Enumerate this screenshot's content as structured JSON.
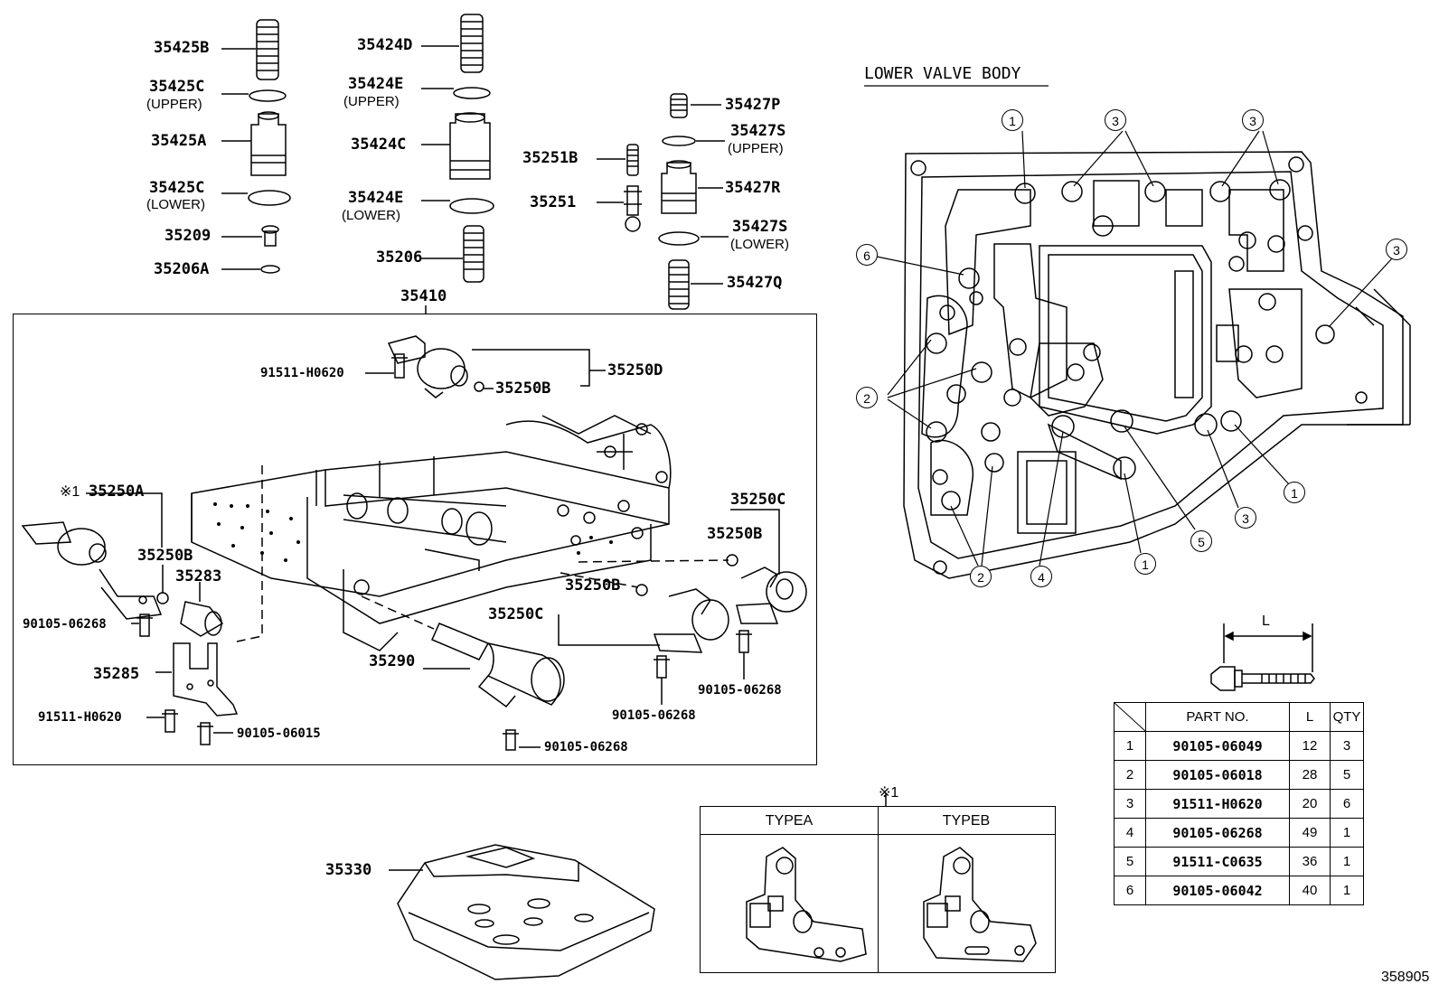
{
  "upper_parts": {
    "p35425B": "35425B",
    "p35425C_upper": "35425C",
    "upper_note_a": "(UPPER)",
    "p35425A": "35425A",
    "p35425C_lower": "35425C",
    "lower_note_a": "(LOWER)",
    "p35209": "35209",
    "p35206A": "35206A",
    "p35424D": "35424D",
    "p35424E_upper": "35424E",
    "upper_note_b": "(UPPER)",
    "p35424C": "35424C",
    "p35424E_lower": "35424E",
    "lower_note_b": "(LOWER)",
    "p35206": "35206",
    "p35251B": "35251B",
    "p35251": "35251",
    "p35427P": "35427P",
    "p35427S_upper": "35427S",
    "upper_note_c": "(UPPER)",
    "p35427R": "35427R",
    "p35427S_lower": "35427S",
    "lower_note_c": "(LOWER)",
    "p35427Q": "35427Q",
    "p35410": "35410"
  },
  "main_parts": {
    "b91511_top": "91511-H0620",
    "p35250D": "35250D",
    "p35250B_top": "35250B",
    "mark_35250A": "※1",
    "p35250A": "35250A",
    "p35250B_left": "35250B",
    "p35283": "35283",
    "b90105_left": "90105-06268",
    "p35285": "35285",
    "b91511_bottom": "91511-H0620",
    "b90105_06015": "90105-06015",
    "p35290": "35290",
    "b90105_center": "90105-06268",
    "p35250C_right": "35250C",
    "p35250B_right": "35250B",
    "p35250B_mid": "35250B",
    "p35250C_mid": "35250C",
    "b90105_mid": "90105-06268",
    "b90105_right": "90105-06268",
    "p35330": "35330"
  },
  "lower_valve_body": {
    "title": "LOWER VALVE BODY",
    "callouts": [
      "1",
      "3",
      "3",
      "6",
      "3",
      "2",
      "1",
      "3",
      "5",
      "1",
      "2",
      "4"
    ],
    "bolt_dim_label": "L"
  },
  "type_box": {
    "mark": "※1",
    "type_a": "TYPEA",
    "type_b": "TYPEB"
  },
  "parts_table": {
    "headers": {
      "part_no": "PART NO.",
      "length": "L",
      "qty": "QTY"
    },
    "rows": [
      {
        "no": "1",
        "part_no": "90105-06049",
        "length": "12",
        "qty": "3"
      },
      {
        "no": "2",
        "part_no": "90105-06018",
        "length": "28",
        "qty": "5"
      },
      {
        "no": "3",
        "part_no": "91511-H0620",
        "length": "20",
        "qty": "6"
      },
      {
        "no": "4",
        "part_no": "90105-06268",
        "length": "49",
        "qty": "1"
      },
      {
        "no": "5",
        "part_no": "91511-C0635",
        "length": "36",
        "qty": "1"
      },
      {
        "no": "6",
        "part_no": "90105-06042",
        "length": "40",
        "qty": "1"
      }
    ]
  },
  "diagram_id": "358905"
}
